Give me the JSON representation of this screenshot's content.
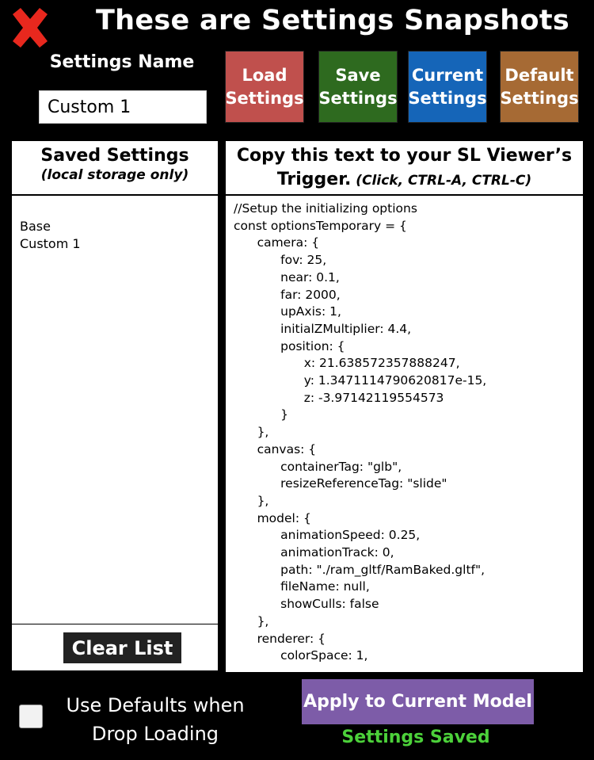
{
  "header": {
    "close_icon": "close-x-icon",
    "close_color": "#e8281e",
    "title": "These are Settings Snapshots"
  },
  "settings_name": {
    "label": "Settings Name",
    "value": "Custom 1"
  },
  "actions": {
    "load": "Load\nSettings",
    "save": "Save\nSettings",
    "current": "Current\nSettings",
    "default": "Default\nSettings",
    "colors": {
      "load": "#c0504d",
      "save": "#2e6a1f",
      "current": "#1565b8",
      "default": "#a66a34"
    }
  },
  "saved_settings": {
    "title": "Saved Settings",
    "subtitle": "(local storage only)",
    "items": [
      "Base",
      "Custom 1"
    ],
    "clear_label": "Clear List"
  },
  "copy_panel": {
    "line1": "Copy this text to your SL Viewer’s",
    "line2": "Trigger.",
    "hint": "(Click, CTRL-A, CTRL-C)",
    "code": "//Setup the initializing options\nconst optionsTemporary = {\n\tcamera: {\n\t\tfov: 25,\n\t\tnear: 0.1,\n\t\tfar: 2000,\n\t\tupAxis: 1,\n\t\tinitialZMultiplier: 4.4,\n\t\tposition: {\n\t\t\tx: 21.638572357888247,\n\t\t\ty: 1.3471114790620817e-15,\n\t\t\tz: -3.97142119554573\n\t\t}\n\t},\n\tcanvas: {\n\t\tcontainerTag: \"glb\",\n\t\tresizeReferenceTag: \"slide\"\n\t},\n\tmodel: {\n\t\tanimationSpeed: 0.25,\n\t\tanimationTrack: 0,\n\t\tpath: \"./ram_gltf/RamBaked.gltf\",\n\t\tfileName: null,\n\t\tshowCulls: false\n\t},\n\trenderer: {\n\t\tcolorSpace: 1,"
  },
  "footer": {
    "use_defaults_label": "Use Defaults when\nDrop Loading",
    "use_defaults_checked": false,
    "apply_label": "Apply to Current Model",
    "status": "Settings Saved",
    "status_color": "#4cd13a"
  }
}
